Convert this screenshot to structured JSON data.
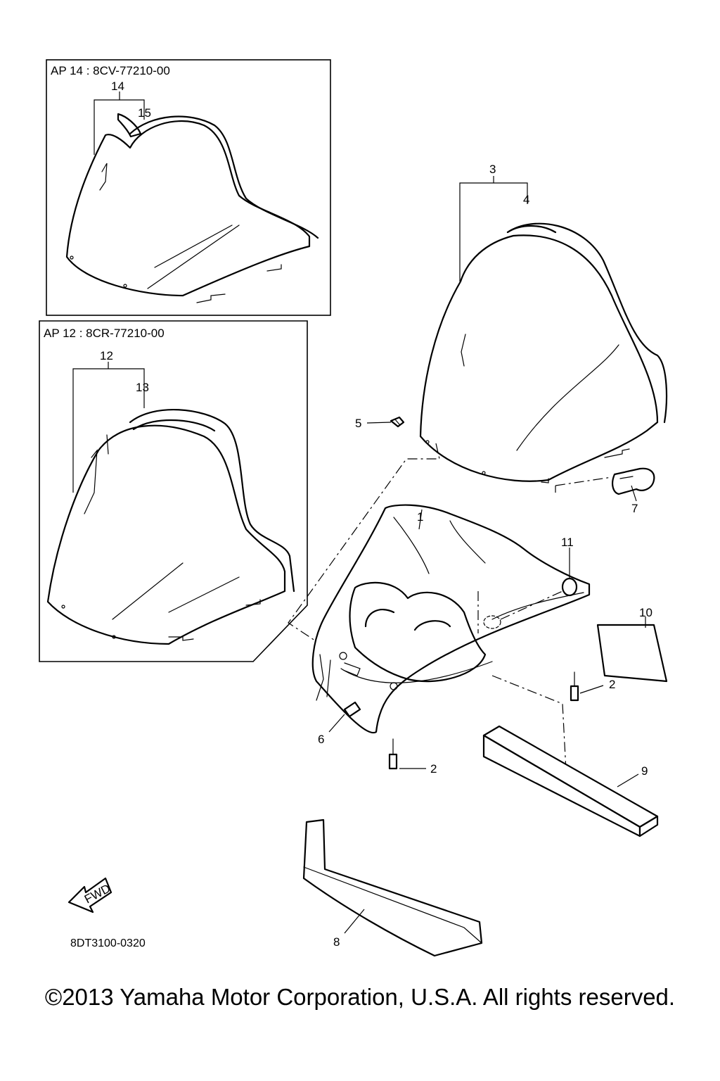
{
  "insets": {
    "upper": {
      "code": "AP  14 : 8CV-77210-00",
      "callouts": [
        "14",
        "15"
      ]
    },
    "lower": {
      "code": "AP  12 : 8CR-77210-00",
      "callouts": [
        "12",
        "13"
      ]
    }
  },
  "callouts": [
    "1",
    "2",
    "2",
    "3",
    "4",
    "5",
    "6",
    "7",
    "8",
    "9",
    "10",
    "11"
  ],
  "fwd_label": "FWD",
  "drawing_number": "8DT3100-0320",
  "copyright": "©2013 Yamaha Motor Corporation, U.S.A. All rights reserved."
}
